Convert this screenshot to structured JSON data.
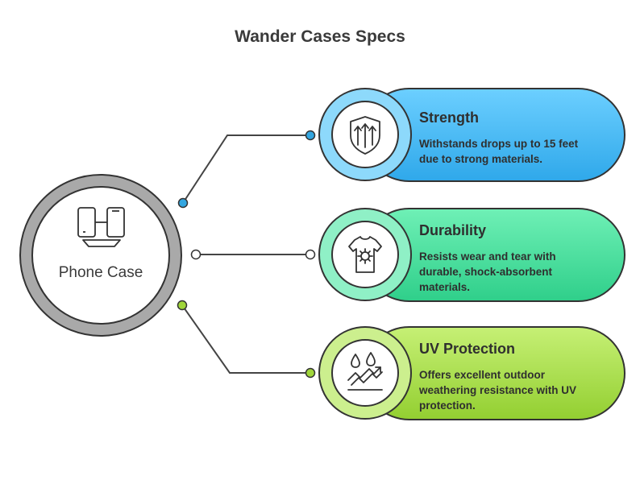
{
  "title": "Wander Cases Specs",
  "center": {
    "label": "Phone Case",
    "icon": "phone-case-icon"
  },
  "items": [
    {
      "heading": "Strength",
      "description": "Withstands drops up to 15 feet due to strong materials.",
      "icon": "shield-arrows-icon",
      "color": "#3fb8f2",
      "light": "#7fd5fb",
      "dot": "#36a8e0"
    },
    {
      "heading": "Durability",
      "description": "Resists wear and tear with durable, shock-absorbent materials.",
      "icon": "shirt-gear-icon",
      "color": "#3ddc9a",
      "light": "#80ecc0",
      "dot": "#ffffff"
    },
    {
      "heading": "UV Protection",
      "description": "Offers excellent outdoor weathering resistance with UV protection.",
      "icon": "weather-drops-icon",
      "color": "#a5df3c",
      "light": "#c7ef80",
      "dot": "#9ad03a"
    }
  ]
}
